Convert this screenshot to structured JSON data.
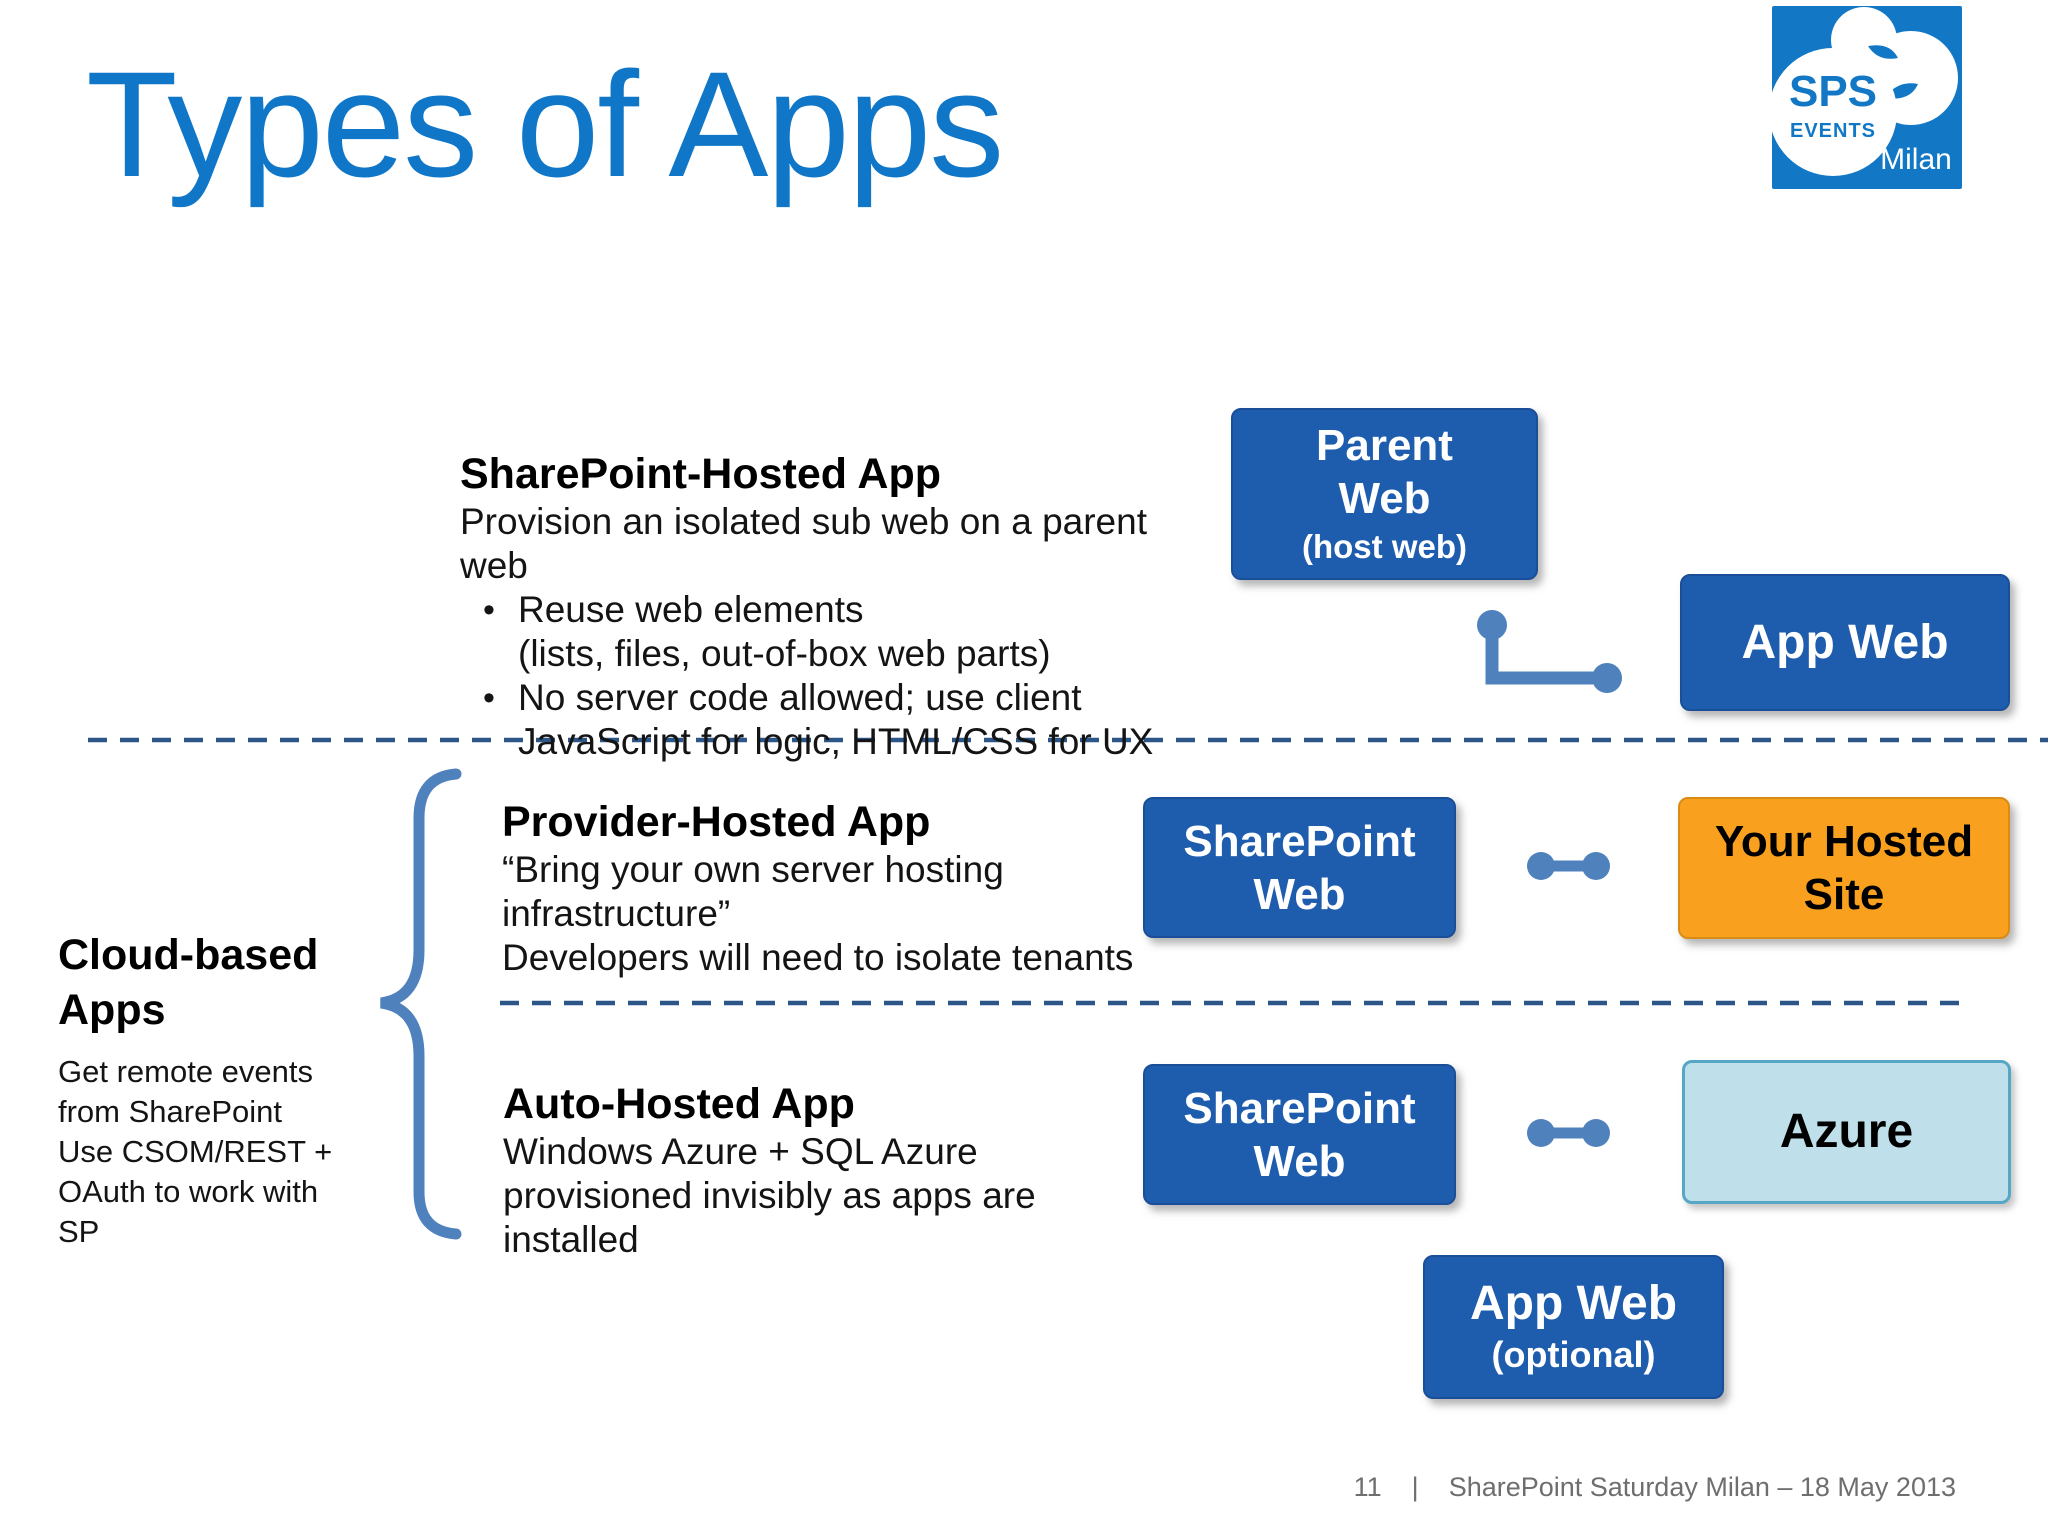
{
  "title": "Types of Apps",
  "logo": {
    "sps": "SPS",
    "events": "EVENTS",
    "city": "Milan"
  },
  "sections": {
    "sharepoint_hosted": {
      "heading": "SharePoint-Hosted App",
      "intro": "Provision an isolated sub web on a parent web",
      "bullet_glyph": "•",
      "bullets": [
        {
          "line1": "Reuse web elements",
          "line2": "(lists, files, out-of-box web parts)"
        },
        {
          "line1": "No server code allowed; use client",
          "line2": "JavaScript for logic, HTML/CSS for UX"
        }
      ]
    },
    "provider_hosted": {
      "heading": "Provider-Hosted App",
      "lines": [
        "“Bring your own server hosting",
        "infrastructure”",
        "Developers will need to isolate tenants"
      ]
    },
    "auto_hosted": {
      "heading": "Auto-Hosted App",
      "lines": [
        "Windows Azure + SQL Azure",
        "provisioned invisibly as apps are",
        "installed"
      ]
    },
    "cloud_based": {
      "heading_line1": "Cloud-based",
      "heading_line2": "Apps",
      "lines": [
        "Get remote events",
        "from SharePoint",
        "Use CSOM/REST +",
        "OAuth to work with",
        "SP"
      ]
    }
  },
  "boxes": {
    "parent_web": {
      "line1": "Parent",
      "line2": "Web",
      "subtitle": "(host web)"
    },
    "app_web": {
      "label": "App Web"
    },
    "sharepoint_web_provider": {
      "line1": "SharePoint",
      "line2": "Web"
    },
    "your_hosted_site": {
      "line1": "Your Hosted",
      "line2": "Site"
    },
    "sharepoint_web_auto": {
      "line1": "SharePoint",
      "line2": "Web"
    },
    "azure": {
      "label": "Azure"
    },
    "app_web_optional": {
      "line1": "App Web",
      "subtitle": "(optional)"
    }
  },
  "footer": {
    "page_number": "11",
    "separator": "|",
    "event": "SharePoint Saturday Milan – 18 May 2013"
  },
  "colors": {
    "title_blue": "#1077C8",
    "box_blue": "#1E5CAD",
    "connector_blue": "#4F81BD",
    "dashed_blue": "#2B5687",
    "orange": "#F9A11E",
    "azure_fill": "#BFE0EA",
    "azure_border": "#56A7C6",
    "logo_blue": "#1278C6",
    "footer_gray": "#6E6E6E"
  }
}
